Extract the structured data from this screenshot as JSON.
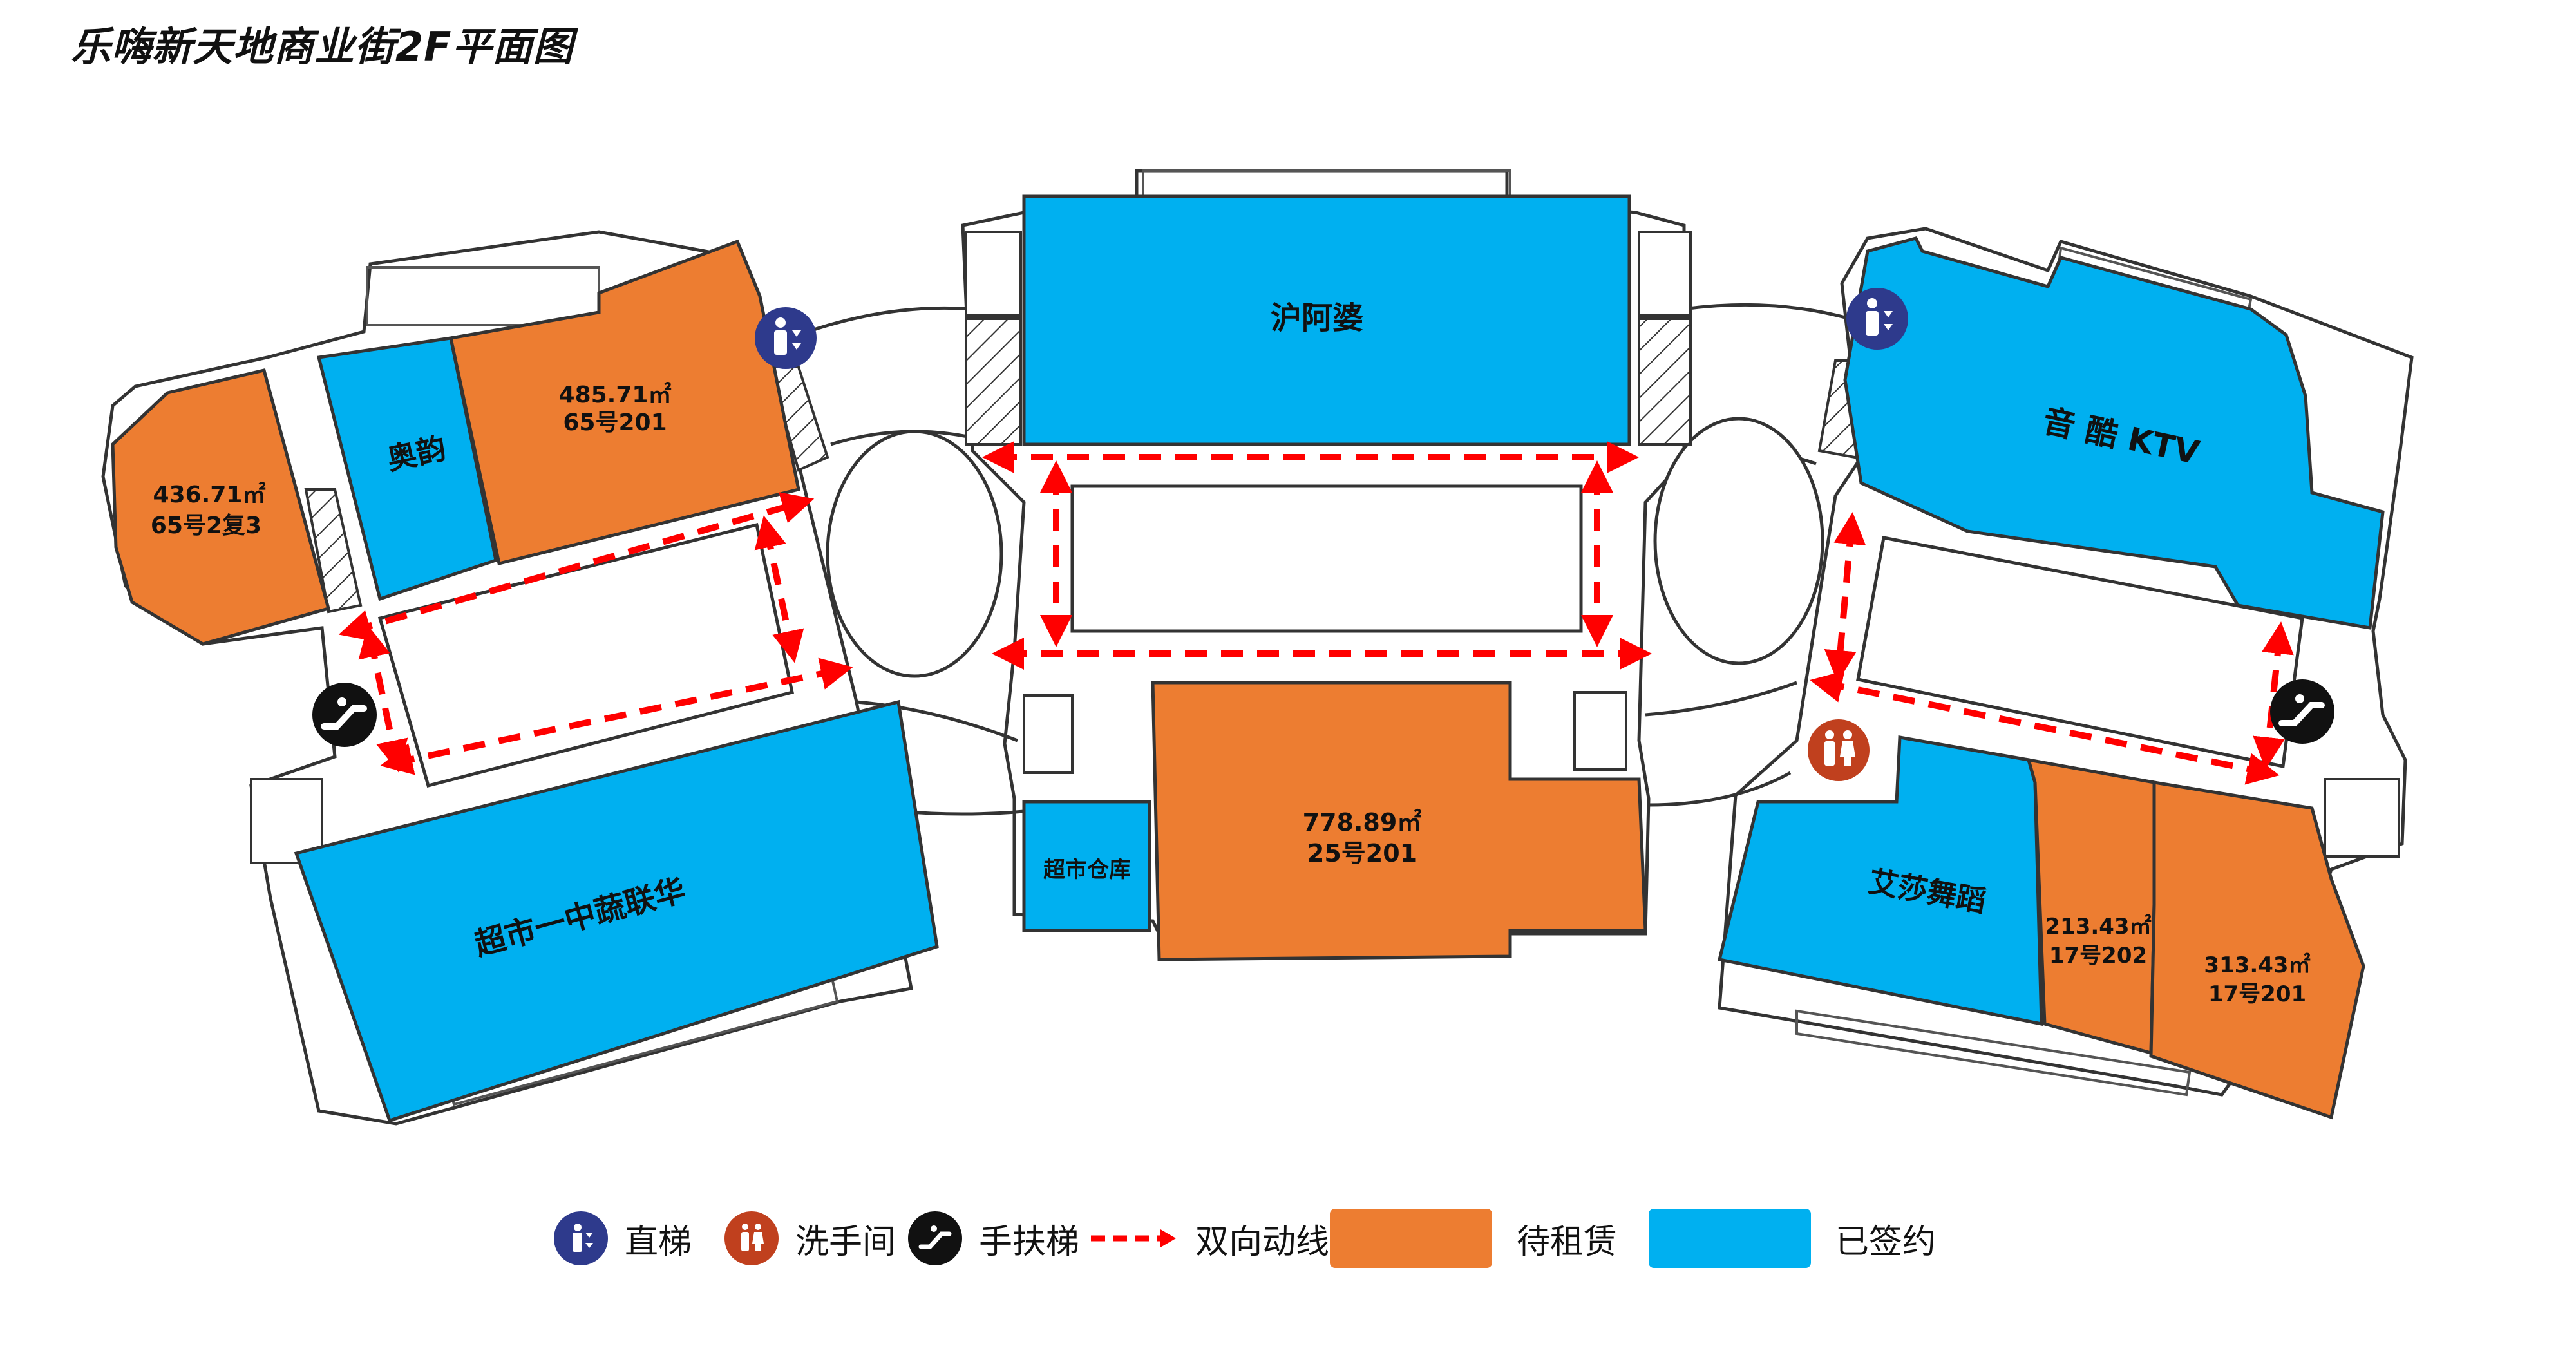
{
  "title": "乐嗨新天地商业街2F平面图",
  "colors": {
    "for_lease": "#ED7D31",
    "signed": "#00B0F0",
    "route": "#FF0000",
    "elevator": "#2E3A8C",
    "restroom": "#C0401E",
    "escalator": "#111111",
    "wall": "#333333"
  },
  "units": {
    "u65_2f3": {
      "area": "436.71㎡",
      "id": "65号2复3",
      "status": "for_lease"
    },
    "aoyun": {
      "name": "奥韵",
      "status": "signed"
    },
    "u65_201": {
      "area": "485.71㎡",
      "id": "65号201",
      "status": "for_lease"
    },
    "huapo": {
      "name": "沪阿婆",
      "status": "signed"
    },
    "ktv": {
      "name": "音 酷 KTV",
      "status": "signed"
    },
    "supermarket": {
      "name": "超市一中蔬联华",
      "status": "signed"
    },
    "warehouse": {
      "name": "超市仓库",
      "status": "signed"
    },
    "u25_201": {
      "area": "778.89㎡",
      "id": "25号201",
      "status": "for_lease"
    },
    "aisha": {
      "name": "艾莎舞蹈",
      "status": "signed"
    },
    "u17_202": {
      "area": "213.43㎡",
      "id": "17号202",
      "status": "for_lease"
    },
    "u17_201": {
      "area": "313.43㎡",
      "id": "17号201",
      "status": "for_lease"
    }
  },
  "legend": {
    "elevator": "直梯",
    "restroom": "洗手间",
    "escalator": "手扶梯",
    "route": "双向动线",
    "for_lease": "待租赁",
    "signed": "已签约"
  },
  "icons": {
    "elevator": "elevator-icon",
    "restroom": "restroom-icon",
    "escalator": "escalator-icon"
  }
}
